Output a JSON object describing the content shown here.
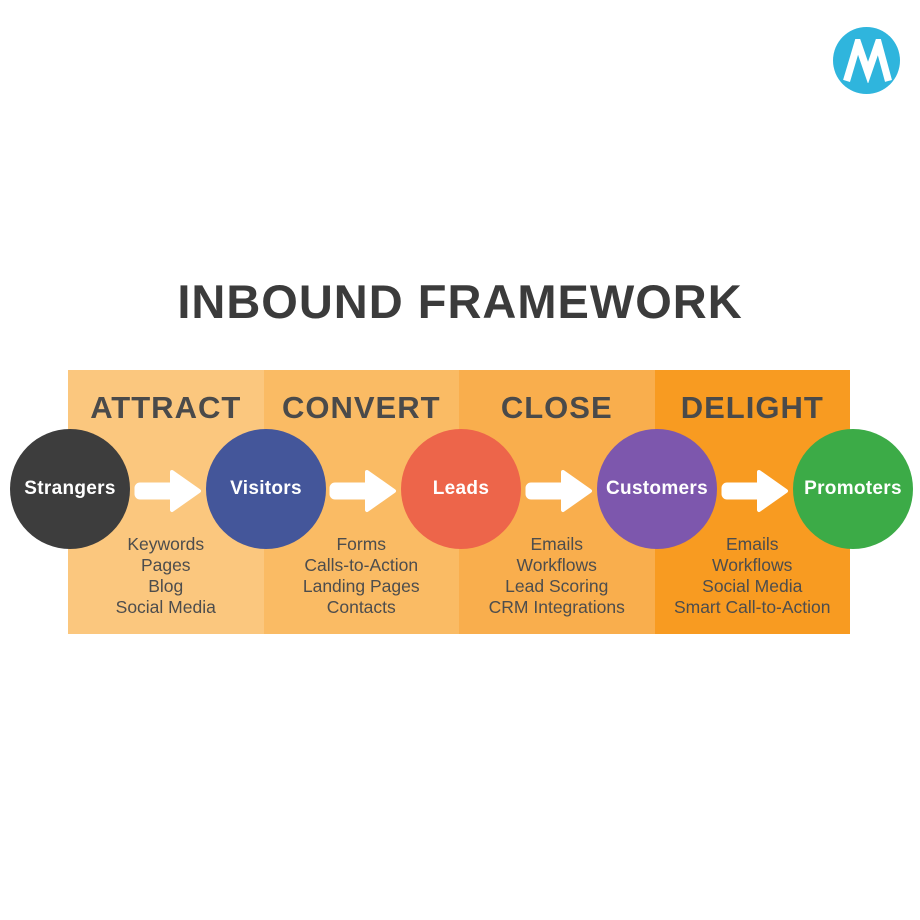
{
  "logo": {
    "icon": "m-monogram-icon",
    "color": "#2fb5dd"
  },
  "title": "INBOUND FRAMEWORK",
  "colors": {
    "title_text": "#3b3b3b",
    "stage_text": "#4a4a4a",
    "list_text": "#4d4d4d",
    "arrow": "#ffffff"
  },
  "framework": {
    "stages": [
      {
        "name": "ATTRACT",
        "panel_color": "#fbc77e",
        "items": [
          "Keywords",
          "Pages",
          "Blog",
          "Social Media"
        ]
      },
      {
        "name": "CONVERT",
        "panel_color": "#fabb64",
        "items": [
          "Forms",
          "Calls-to-Action",
          "Landing Pages",
          "Contacts"
        ]
      },
      {
        "name": "CLOSE",
        "panel_color": "#f9ae4d",
        "items": [
          "Emails",
          "Workflows",
          "Lead Scoring",
          "CRM Integrations"
        ]
      },
      {
        "name": "DELIGHT",
        "panel_color": "#f89b21",
        "items": [
          "Emails",
          "Workflows",
          "Social Media",
          "Smart Call-to-Action"
        ]
      }
    ],
    "nodes": [
      {
        "label": "Strangers",
        "color": "#3d3d3d"
      },
      {
        "label": "Visitors",
        "color": "#44569a"
      },
      {
        "label": "Leads",
        "color": "#ed654a"
      },
      {
        "label": "Customers",
        "color": "#7d57ad"
      },
      {
        "label": "Promoters",
        "color": "#3cab47"
      }
    ]
  }
}
